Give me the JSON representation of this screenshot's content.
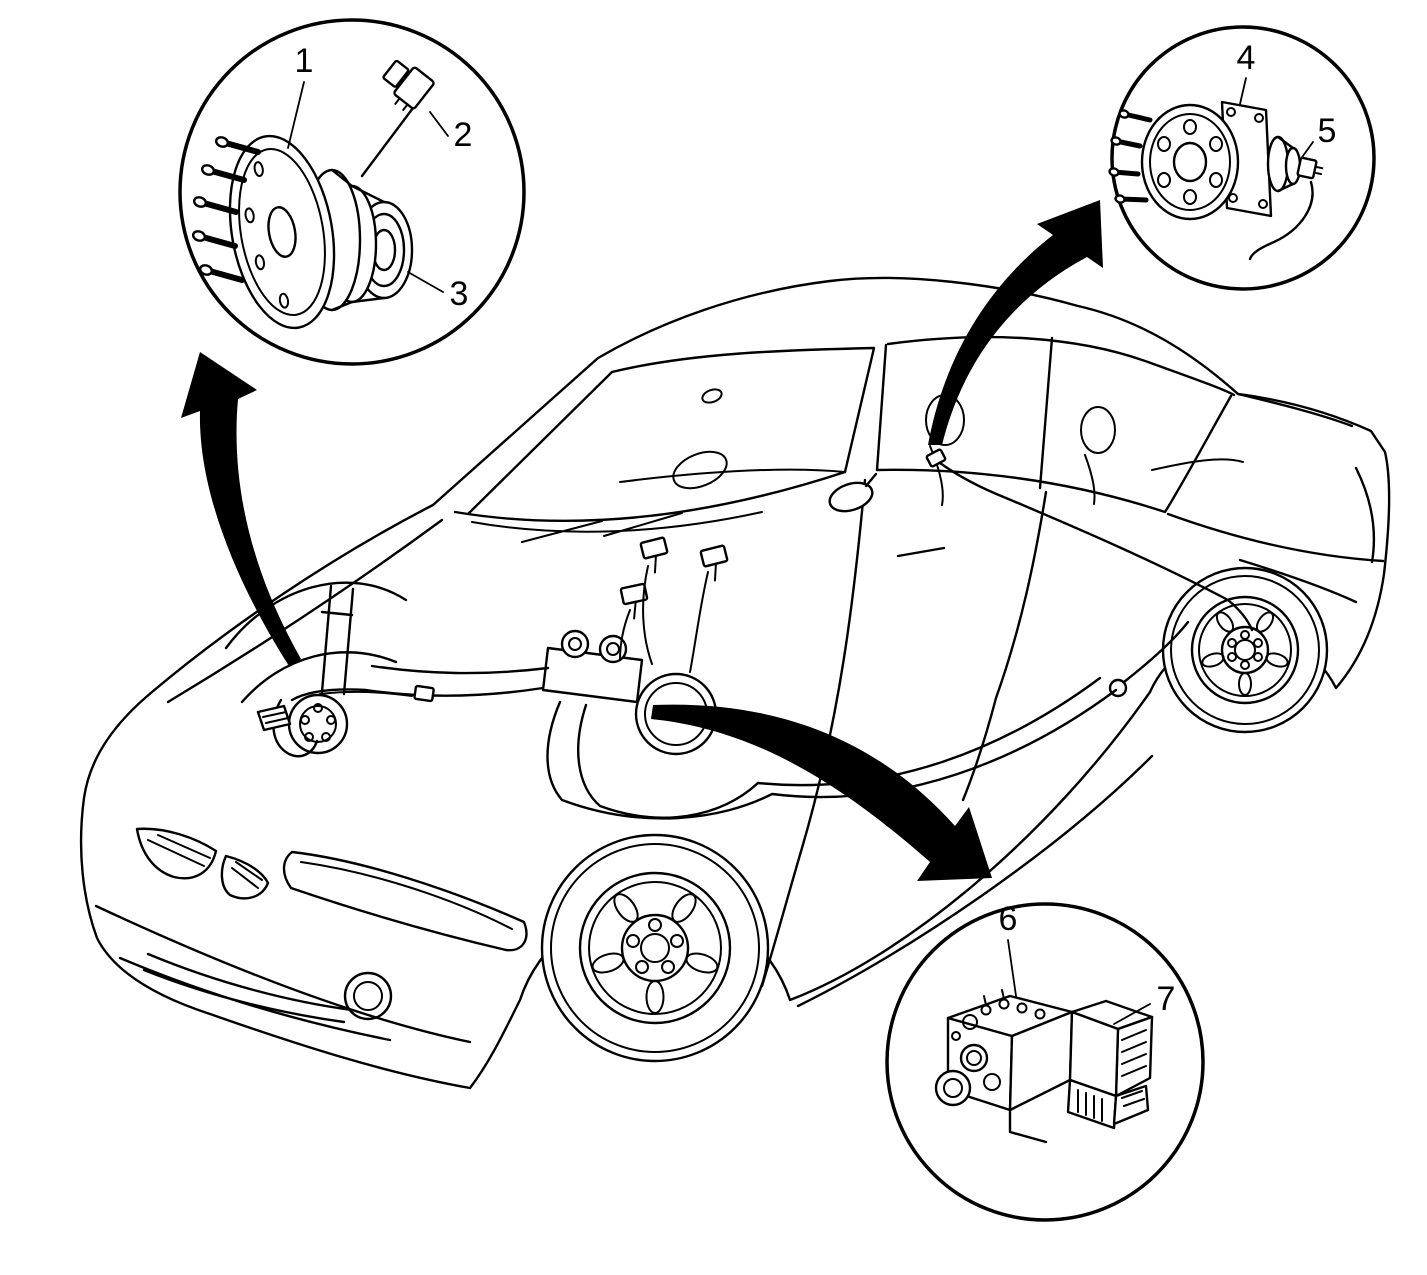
{
  "figure": {
    "background_color": "#ffffff",
    "line_color": "#000000"
  },
  "callouts": {
    "front_hub": {
      "label_1": "1",
      "label_2": "2",
      "label_3": "3"
    },
    "rear_hub": {
      "label_4": "4",
      "label_5": "5"
    },
    "abs_module": {
      "label_6": "6",
      "label_7": "7"
    }
  }
}
